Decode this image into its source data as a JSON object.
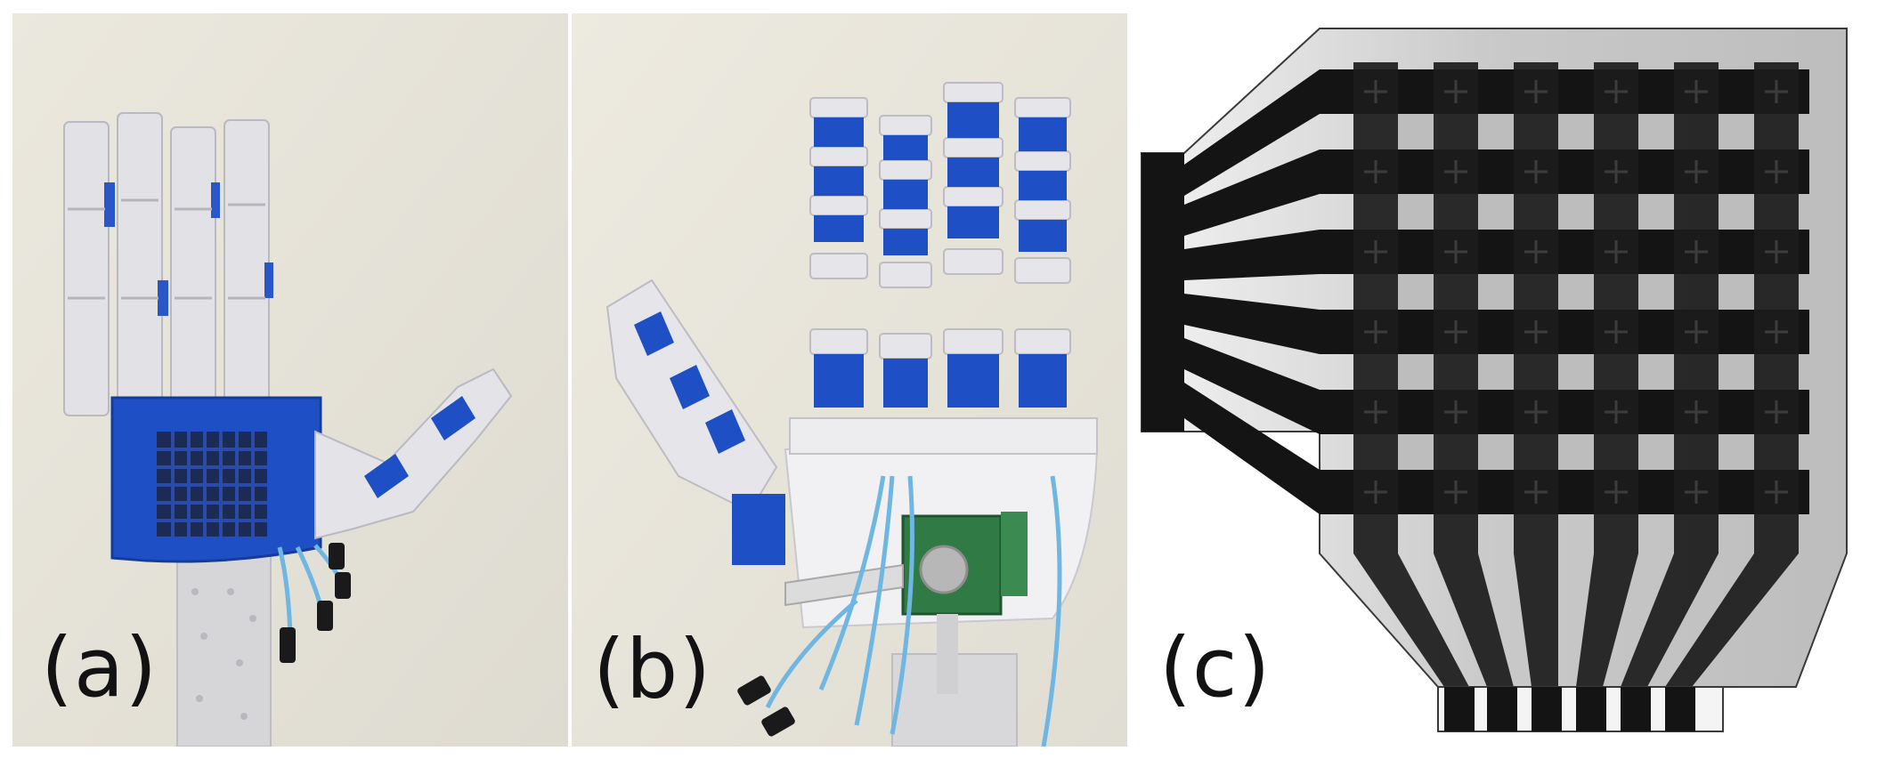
{
  "panels": [
    {
      "id": "a",
      "label": "(a)"
    },
    {
      "id": "b",
      "label": "(b)"
    },
    {
      "id": "c",
      "label": "(c)"
    }
  ],
  "colors": {
    "blue_part": "#1e4fc4",
    "white_part": "#e8e8ec",
    "wall_a": "#e6e3d9",
    "wall_b": "#e9e6dc",
    "sensor_dark": "#141414",
    "sensor_frame": "#c4c4c4",
    "tube_blue": "#6fb6e3"
  }
}
